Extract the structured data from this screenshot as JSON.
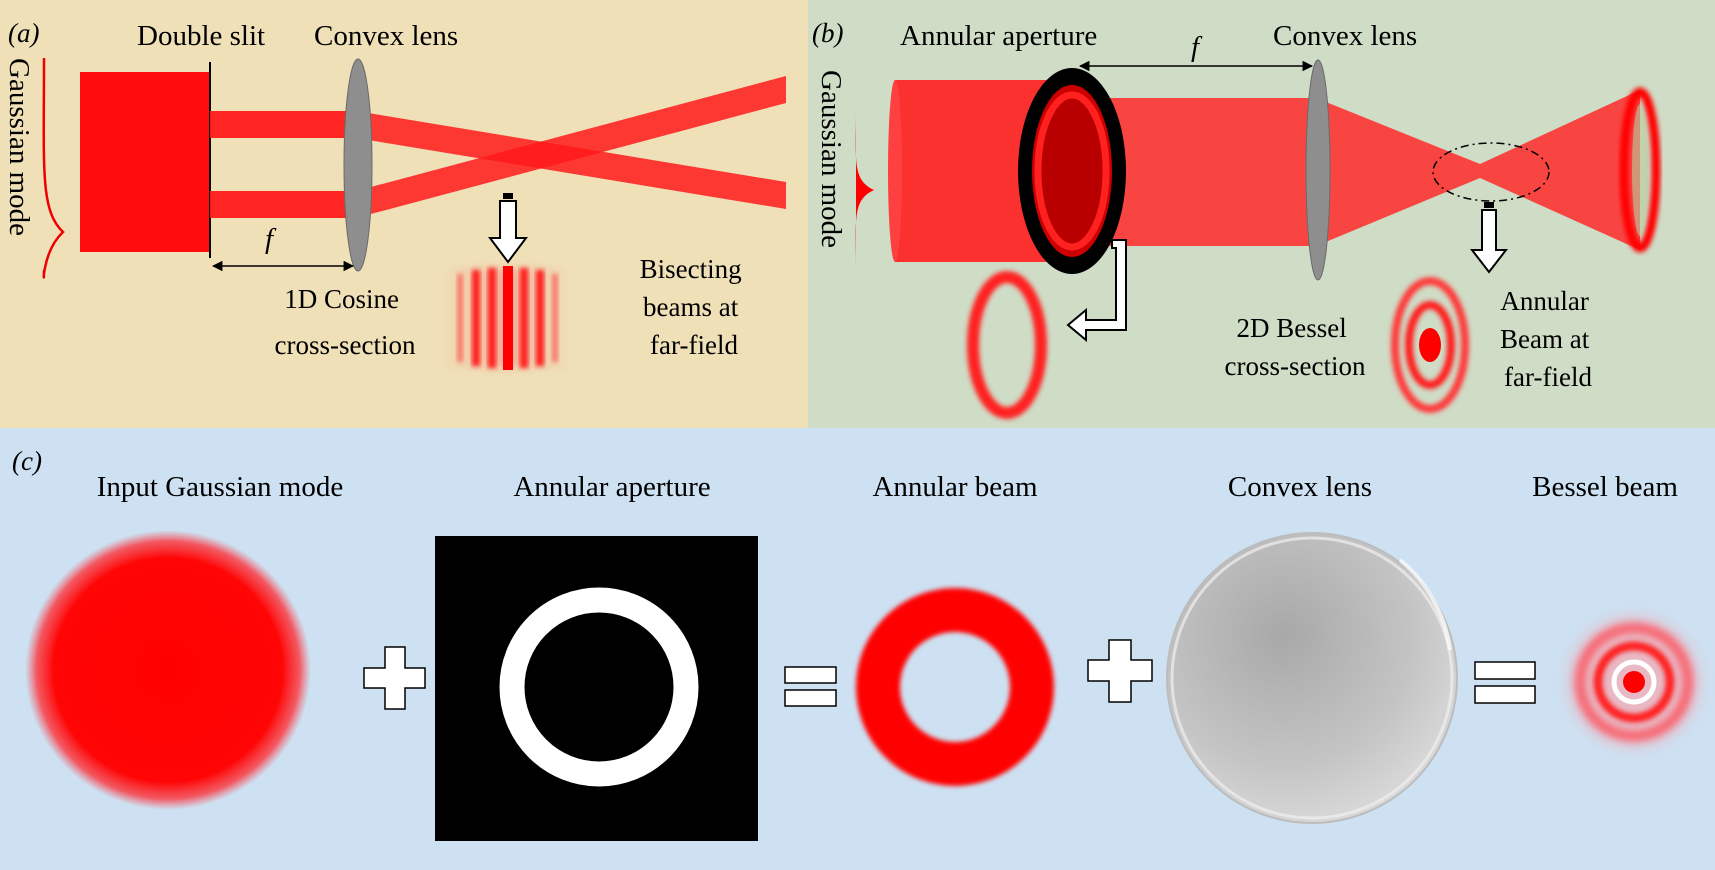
{
  "colors": {
    "panel_a_bg": "#efe0b8",
    "panel_b_bg": "#cfdcc6",
    "panel_c_bg": "#cde1f2",
    "beam_red": "#ff1a1a",
    "lens_gray": "#8e8e8e"
  },
  "panel_a": {
    "tag": "(a)",
    "gaussian_label": "Gaussian mode",
    "slit_label": "Double slit",
    "lens_label": "Convex lens",
    "f_label": "f",
    "cosine_line1": "1D Cosine",
    "cosine_line2": "cross-section",
    "far_line1": "Bisecting",
    "far_line2": "beams at",
    "far_line3": "far-field"
  },
  "panel_b": {
    "tag": "(b)",
    "gaussian_label": "Gaussian mode",
    "aperture_label": "Annular aperture",
    "f_label": "f",
    "lens_label": "Convex lens",
    "bessel_line1": "2D Bessel",
    "bessel_line2": "cross-section",
    "far_line1": "Annular",
    "far_line2": "Beam at",
    "far_line3": "far-field"
  },
  "panel_c": {
    "tag": "(c)",
    "step1": "Input Gaussian mode",
    "step2": "Annular aperture",
    "step3": "Annular beam",
    "step4": "Convex lens",
    "step5": "Bessel beam"
  }
}
